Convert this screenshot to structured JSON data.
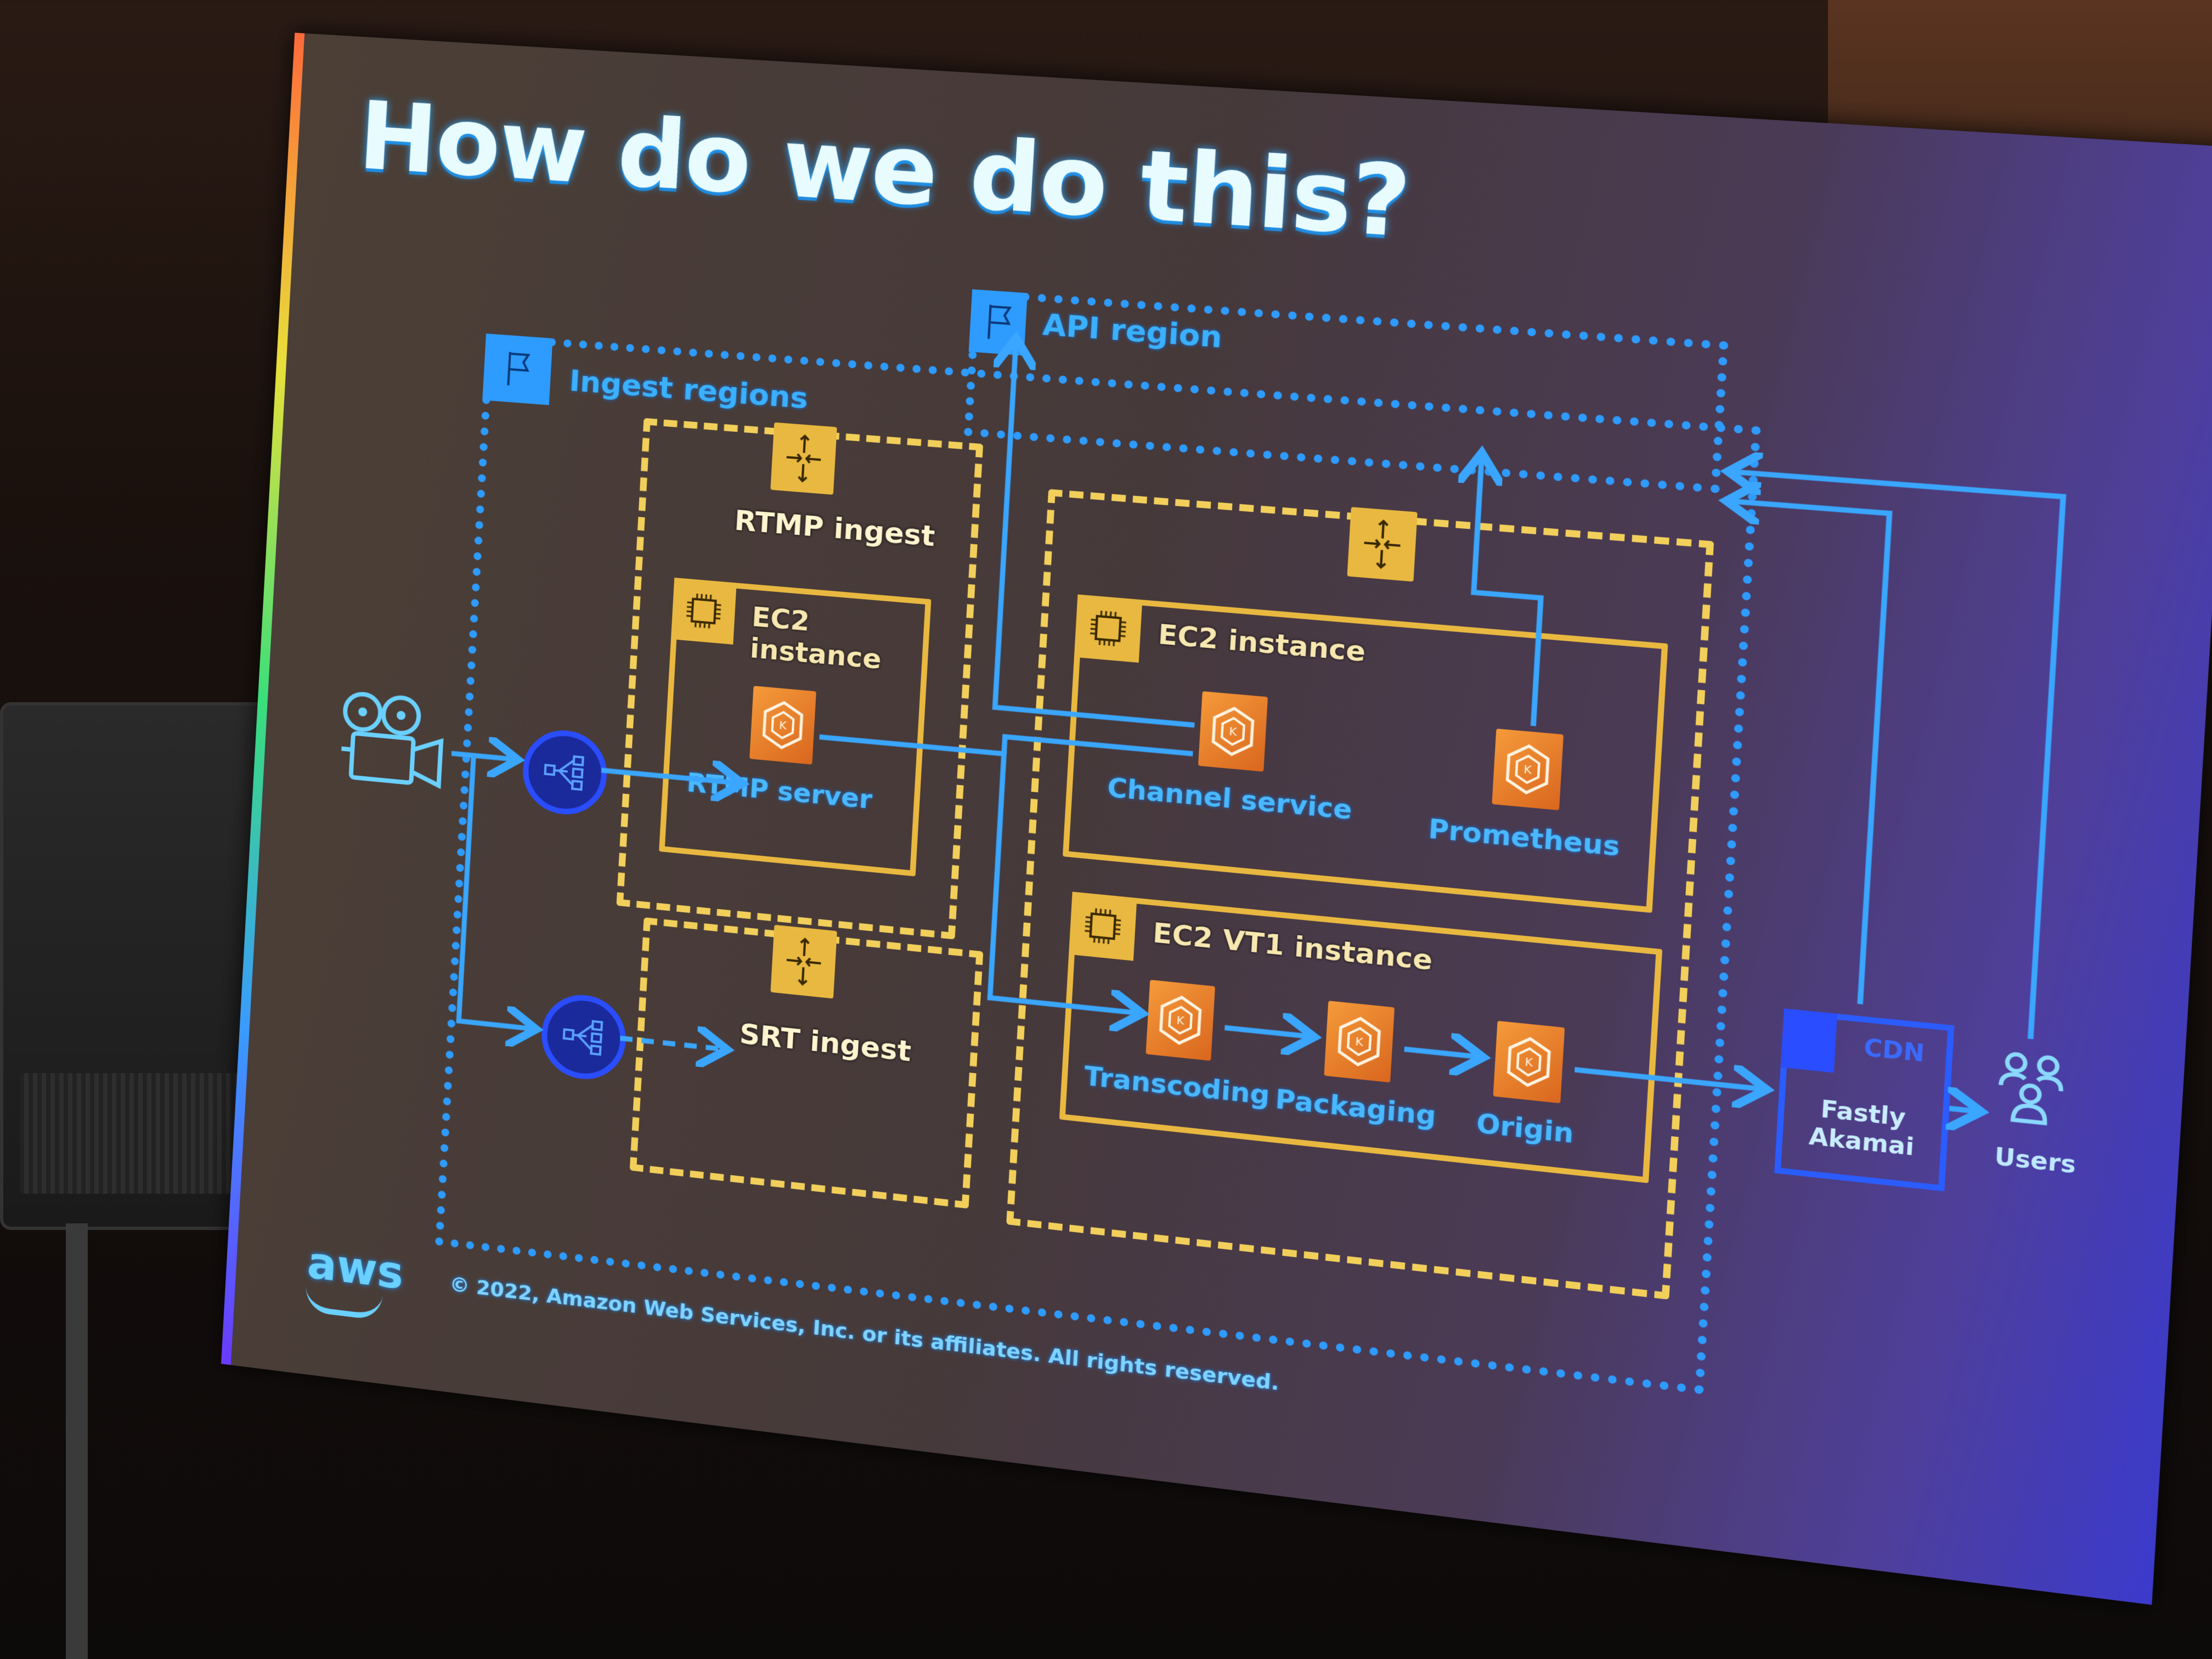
{
  "slide": {
    "title": "How do we do this?",
    "footer": {
      "logo": "aws",
      "copyright": "© 2022, Amazon Web Services, Inc. or its affiliates. All rights reserved."
    }
  },
  "regions": {
    "api": {
      "label": "API region",
      "icon": "flag-icon"
    },
    "ingest": {
      "label": "Ingest regions",
      "icon": "flag-icon"
    }
  },
  "source": {
    "icon": "video-camera-icon"
  },
  "load_balancers": [
    {
      "icon": "network-load-balancer-icon",
      "target": "RTMP ingest"
    },
    {
      "icon": "network-load-balancer-icon",
      "target": "SRT ingest"
    }
  ],
  "groups": {
    "rtmp_ingest": {
      "label": "RTMP ingest",
      "icon": "auto-scaling-icon",
      "instance": {
        "label": "EC2 instance",
        "icon": "chip-icon",
        "services": [
          {
            "label": "RTMP server",
            "icon": "kubernetes-container-icon"
          }
        ]
      }
    },
    "srt_ingest": {
      "label": "SRT ingest",
      "icon": "auto-scaling-icon"
    },
    "processing": {
      "icon": "auto-scaling-icon",
      "control_instance": {
        "label": "EC2 instance",
        "icon": "chip-icon",
        "services": [
          {
            "label": "Channel service",
            "icon": "kubernetes-container-icon"
          },
          {
            "label": "Prometheus",
            "icon": "kubernetes-container-icon"
          }
        ]
      },
      "media_instance": {
        "label": "EC2 VT1 instance",
        "icon": "chip-icon",
        "services": [
          {
            "label": "Transcoding",
            "icon": "kubernetes-container-icon"
          },
          {
            "label": "Packaging",
            "icon": "kubernetes-container-icon"
          },
          {
            "label": "Origin",
            "icon": "kubernetes-container-icon"
          }
        ]
      }
    }
  },
  "cdn": {
    "title": "CDN",
    "vendors": [
      "Fastly",
      "Akamai"
    ]
  },
  "users": {
    "label": "Users",
    "icon": "users-group-icon"
  },
  "colors": {
    "region_blue": "#2e9bff",
    "group_yellow": "#f2cf5a",
    "instance_gold": "#e9b840",
    "service_orange": "#e8802a",
    "label_blue": "#49b8ff",
    "lb_blue": "#2a4dff"
  }
}
